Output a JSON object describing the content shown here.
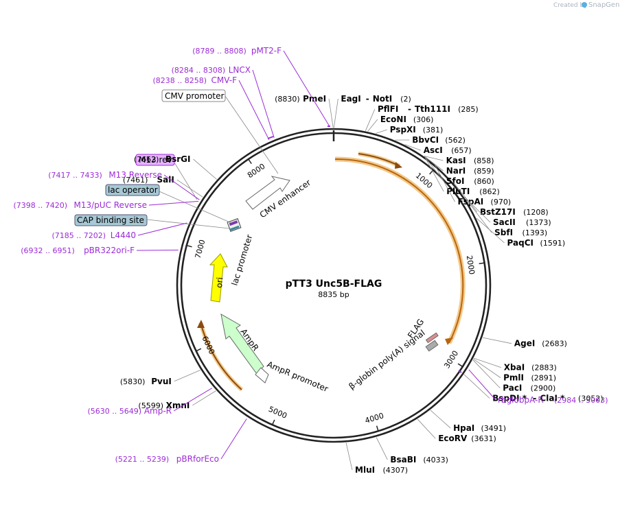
{
  "credit": {
    "prefix": "Created by",
    "brand": "SnapGene"
  },
  "plasmid": {
    "name": "pTT3 Unc5B-FLAG",
    "length_label": "8835 bp",
    "length": 8835
  },
  "ticks": [
    {
      "pos": 1000,
      "label": "1000"
    },
    {
      "pos": 2000,
      "label": "2000"
    },
    {
      "pos": 3000,
      "label": "3000"
    },
    {
      "pos": 4000,
      "label": "4000"
    },
    {
      "pos": 5000,
      "label": "5000"
    },
    {
      "pos": 6000,
      "label": "6000"
    },
    {
      "pos": 7000,
      "label": "7000"
    },
    {
      "pos": 8000,
      "label": "8000"
    }
  ],
  "sites": [
    {
      "name": "PmeI",
      "pos": "(8830)",
      "bp": 8830,
      "side": "left"
    },
    {
      "name": "EagI",
      "name2": "NotI",
      "pos": "(2)",
      "bp": 2,
      "side": "right"
    },
    {
      "name": "PflFI",
      "name2": "Tth111I",
      "pos": "(285)",
      "bp": 285,
      "side": "right"
    },
    {
      "name": "EcoNI",
      "pos": "(306)",
      "bp": 306,
      "side": "right"
    },
    {
      "name": "PspXI",
      "pos": "(381)",
      "bp": 381,
      "side": "right"
    },
    {
      "name": "BbvCI",
      "pos": "(562)",
      "bp": 562,
      "side": "right"
    },
    {
      "name": "AscI",
      "pos": "(657)",
      "bp": 657,
      "side": "right"
    },
    {
      "name": "KasI",
      "pos": "(858)",
      "bp": 858,
      "side": "right"
    },
    {
      "name": "NarI",
      "pos": "(859)",
      "bp": 859,
      "side": "right"
    },
    {
      "name": "SfoI",
      "pos": "(860)",
      "bp": 860,
      "side": "right"
    },
    {
      "name": "PluTI",
      "pos": "(862)",
      "bp": 862,
      "side": "right"
    },
    {
      "name": "FspAI",
      "pos": "(970)",
      "bp": 970,
      "side": "right"
    },
    {
      "name": "BstZ17I",
      "pos": "(1208)",
      "bp": 1208,
      "side": "right"
    },
    {
      "name": "SacII",
      "pos": "(1373)",
      "bp": 1373,
      "side": "right"
    },
    {
      "name": "SbfI",
      "pos": "(1393)",
      "bp": 1393,
      "side": "right"
    },
    {
      "name": "PaqCI",
      "pos": "(1591)",
      "bp": 1591,
      "side": "right"
    },
    {
      "name": "AgeI",
      "pos": "(2683)",
      "bp": 2683,
      "side": "right"
    },
    {
      "name": "XbaI",
      "pos": "(2883)",
      "bp": 2883,
      "side": "right"
    },
    {
      "name": "PmlI",
      "pos": "(2891)",
      "bp": 2891,
      "side": "right"
    },
    {
      "name": "PacI",
      "pos": "(2900)",
      "bp": 2900,
      "side": "right"
    },
    {
      "name": "BspDI *",
      "name2": "ClaI *",
      "pos": "(3052)",
      "bp": 3052,
      "side": "right"
    },
    {
      "name": "HpaI",
      "pos": "(3491)",
      "bp": 3491,
      "side": "right"
    },
    {
      "name": "EcoRV",
      "pos": "(3631)",
      "bp": 3631,
      "side": "right"
    },
    {
      "name": "BsaBI",
      "pos": "(4033)",
      "bp": 4033,
      "side": "right"
    },
    {
      "name": "MluI",
      "pos": "(4307)",
      "bp": 4307,
      "side": "right"
    },
    {
      "name": "XmnI",
      "pos": "(5599)",
      "bp": 5599,
      "side": "left"
    },
    {
      "name": "PvuI",
      "pos": "(5830)",
      "bp": 5830,
      "side": "left"
    },
    {
      "name": "SalI",
      "pos": "(7461)",
      "bp": 7461,
      "side": "left"
    },
    {
      "name": "BsrGI",
      "pos": "(7662)",
      "bp": 7662,
      "side": "left"
    }
  ],
  "primers": [
    {
      "name": "pMT2-F",
      "range": "(8789 .. 8808)",
      "bp": 8798,
      "side": "left"
    },
    {
      "name": "LNCX",
      "range": "(8284 .. 8308)",
      "bp": 8296,
      "side": "left"
    },
    {
      "name": "CMV-F",
      "range": "(8238 .. 8258)",
      "bp": 8248,
      "side": "left"
    },
    {
      "name": "M13 Reverse",
      "range": "(7417 .. 7433)",
      "bp": 7425,
      "side": "left"
    },
    {
      "name": "M13/pUC Reverse",
      "range": "(7398 .. 7420)",
      "bp": 7409,
      "side": "left"
    },
    {
      "name": "L4440",
      "range": "(7185 .. 7202)",
      "bp": 7193,
      "side": "left"
    },
    {
      "name": "pBR322ori-F",
      "range": "(6932 .. 6951)",
      "bp": 6941,
      "side": "left"
    },
    {
      "name": "Amp-R",
      "range": "(5630 .. 5649)",
      "bp": 5640,
      "side": "left"
    },
    {
      "name": "pBRforEco",
      "range": "(5221 .. 5239)",
      "bp": 5230,
      "side": "left"
    },
    {
      "name": "rbglobpA-R",
      "range": "(2984 .. 3003)",
      "bp": 2993,
      "side": "right"
    }
  ],
  "boxed_labels": {
    "cmv_promoter": "CMV promoter",
    "m13_rev": "M13 rev",
    "lac_operator": "lac operator",
    "cap_site": "CAP binding site"
  },
  "features": {
    "cmv_enhancer": "CMV enhancer",
    "lac_promoter": "lac promoter",
    "ori": "ori",
    "ampr": "AmpR",
    "ampr_promoter": "AmpR promoter",
    "flag": "FLAG",
    "bglobin": "β-globin poly(A) signal"
  },
  "colors": {
    "backbone": "#222222",
    "orf": "#e8a33c",
    "orf_arrow": "#b8650f",
    "enhancer": "#ffffff",
    "ori": "#ffff00",
    "ampr": "#ccffcc",
    "primer": "#9b2bd6",
    "flag": "#d98f8f",
    "polya": "#aaaaaa"
  }
}
